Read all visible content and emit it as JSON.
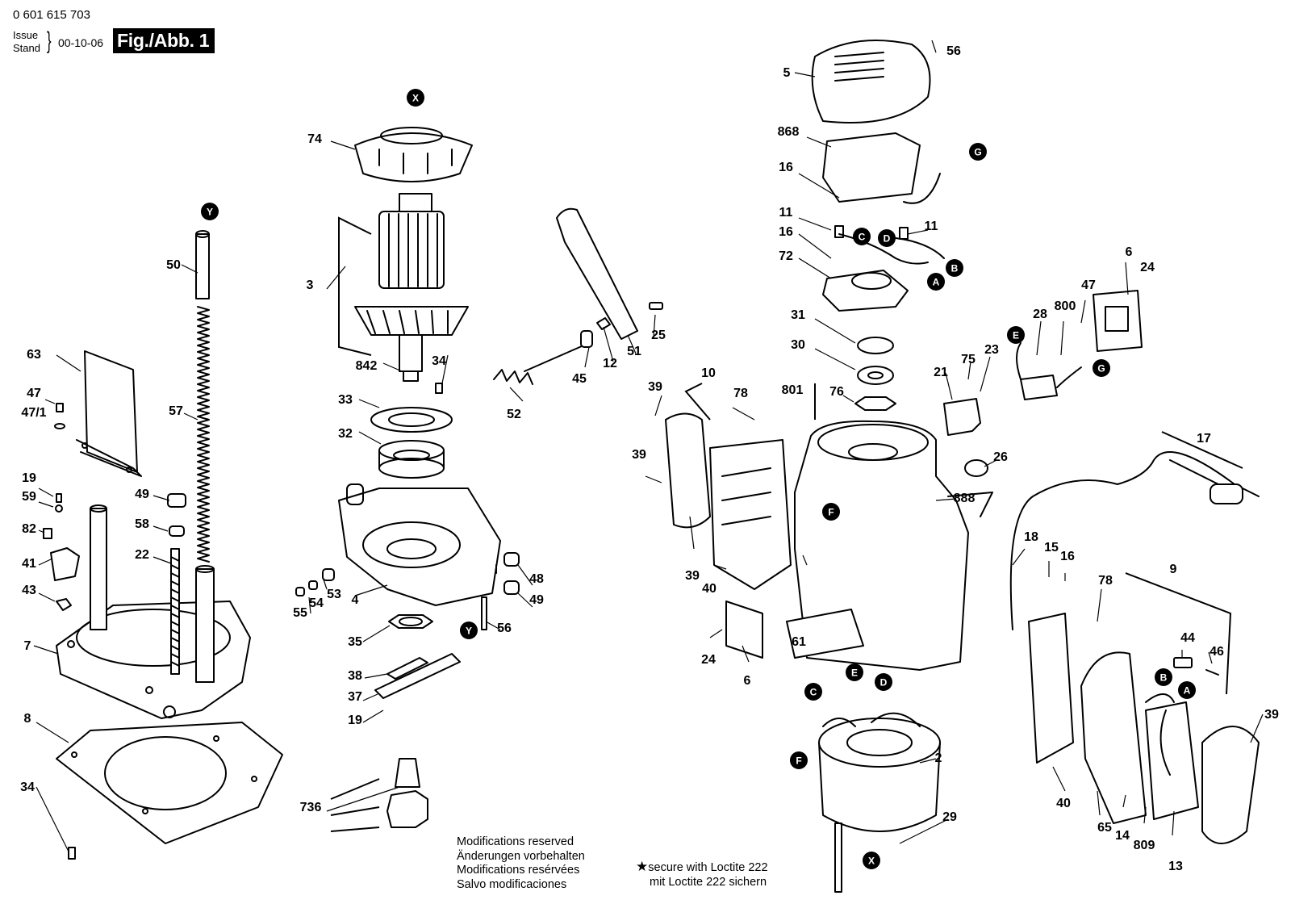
{
  "header": {
    "doc_number": "0 601 615 703",
    "issue_label": "Issue",
    "stand_label": "Stand",
    "date": "00-10-06",
    "figure_label": "Fig./Abb. 1"
  },
  "notes": {
    "lines": [
      "Modifications reserved",
      "Änderungen vorbehalten",
      "Modifications resérvées",
      "Salvo modificaciones"
    ],
    "star": "★",
    "loctite_en": "secure with Loctite 222",
    "loctite_de": "mit Loctite 222 sichern"
  },
  "part_labels": [
    "74",
    "3",
    "842",
    "34",
    "33",
    "32",
    "4",
    "53",
    "54",
    "55",
    "35",
    "38",
    "37",
    "19",
    "736",
    "48",
    "49",
    "56",
    "45",
    "12",
    "51",
    "25",
    "52",
    "50",
    "63",
    "47",
    "47/1",
    "57",
    "49",
    "58",
    "22",
    "19",
    "59",
    "82",
    "41",
    "43",
    "7",
    "8",
    "34",
    "56",
    "5",
    "868",
    "16",
    "11",
    "16",
    "11",
    "72",
    "31",
    "30",
    "76",
    "801",
    "61",
    "888",
    "2",
    "29",
    "10",
    "78",
    "39",
    "39",
    "39",
    "40",
    "24",
    "6",
    "24",
    "6",
    "47",
    "28",
    "800",
    "23",
    "75",
    "21",
    "26",
    "17",
    "18",
    "15",
    "16",
    "78",
    "9",
    "44",
    "46",
    "39",
    "65",
    "14",
    "809",
    "13",
    "40"
  ],
  "connector_markers": [
    "X",
    "Y",
    "Y",
    "G",
    "C",
    "D",
    "B",
    "A",
    "E",
    "G",
    "F",
    "C",
    "E",
    "D",
    "F",
    "X",
    "B",
    "A"
  ],
  "colors": {
    "ink": "#000000",
    "paper": "#ffffff",
    "marker_fill": "#000000",
    "marker_text": "#ffffff"
  }
}
